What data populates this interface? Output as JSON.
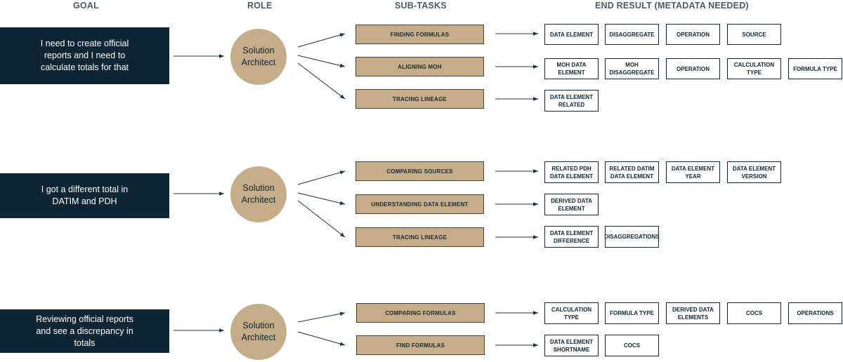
{
  "headers": {
    "goal": "GOAL",
    "role": "ROLE",
    "subtasks": "SUB-TASKS",
    "end_result": "END RESULT (METADATA NEEDED)"
  },
  "rows": [
    {
      "goal": "I need to create official reports and I need to calculate totals for that",
      "role": "Solution Architect",
      "tasks": [
        {
          "label": "FINDING FORMULAS",
          "results": [
            "DATA ELEMENT",
            "DISAGGREGATE",
            "OPERATION",
            "SOURCE"
          ]
        },
        {
          "label": "ALIGNING MOH",
          "results": [
            "MOH DATA ELEMENT",
            "MOH DISAGGREGATE",
            "OPERATION",
            "CALCULATION TYPE",
            "FORMULA TYPE"
          ]
        },
        {
          "label": "TRACING LINEAGE",
          "results": [
            "DATA ELEMENT RELATED"
          ]
        }
      ]
    },
    {
      "goal": "I got a different total in DATIM and PDH",
      "role": "Solution Architect",
      "tasks": [
        {
          "label": "COMPARING SOURCES",
          "results": [
            "RELATED PDH DATA ELEMENT",
            "RELATED DATIM DATA ELEMENT",
            "DATA ELEMENT YEAR",
            "DATA ELEMENT VERSION"
          ]
        },
        {
          "label": "UNDERSTANDING DATA ELEMENT",
          "results": [
            "DERIVED DATA ELEMENT"
          ]
        },
        {
          "label": "TRACING LINEAGE",
          "results": [
            "DATA ELEMENT DIFFERENCE",
            "DISAGGREGATIONS"
          ]
        }
      ]
    },
    {
      "goal": "Reviewing official reports and see a discrepancy in totals",
      "role": "Solution Architect",
      "tasks": [
        {
          "label": "COMPARING FORMULAS",
          "results": [
            "CALCULATION TYPE",
            "FORMULA TYPE",
            "DERIVED DATA ELEMENTS",
            "COCS",
            "OPERATIONS"
          ]
        },
        {
          "label": "FIND FORMULAS",
          "results": [
            "DATA ELEMENT SHORTNAME",
            "COCS"
          ]
        }
      ]
    }
  ]
}
